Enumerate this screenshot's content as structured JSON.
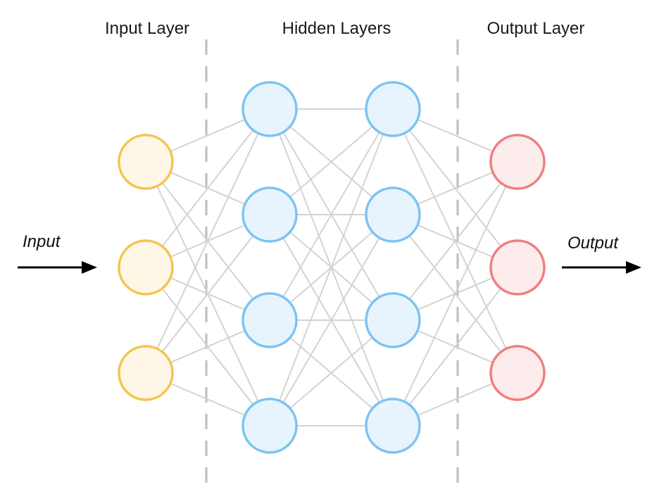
{
  "headers": {
    "input_layer": "Input Layer",
    "hidden_layers": "Hidden Layers",
    "output_layer": "Output Layer"
  },
  "io": {
    "input_label": "Input",
    "output_label": "Output"
  },
  "network": {
    "layers": [
      {
        "name": "input",
        "neurons": 3,
        "fill": "#fff7e6",
        "stroke": "#f5c451"
      },
      {
        "name": "hidden-1",
        "neurons": 4,
        "fill": "#e8f4fd",
        "stroke": "#7cc4f2"
      },
      {
        "name": "hidden-2",
        "neurons": 4,
        "fill": "#e8f4fd",
        "stroke": "#7cc4f2"
      },
      {
        "name": "output",
        "neurons": 3,
        "fill": "#fdecec",
        "stroke": "#ef7f7f"
      }
    ],
    "fully_connected": true,
    "connection_color": "#d3d3d3",
    "divider_color": "#bcbcbc",
    "arrow_color": "#000000"
  }
}
